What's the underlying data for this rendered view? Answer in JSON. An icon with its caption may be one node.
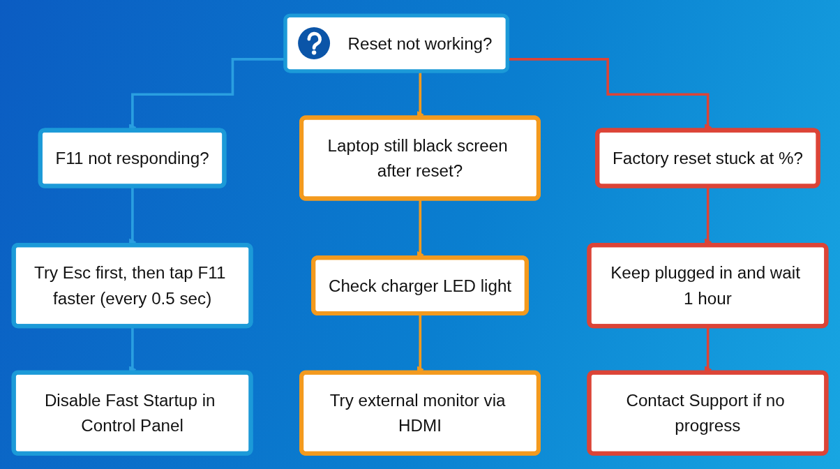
{
  "diagram": {
    "nodes": [
      {
        "text": [
          "Reset not working?"
        ]
      },
      {
        "text": [
          "F11 not responding?"
        ]
      },
      {
        "text": [
          "Laptop still black screen after reset?"
        ]
      },
      {
        "text": [
          "Factory reset stuck at %?"
        ]
      },
      {
        "text": [
          "Try Esc first, then tap F11 faster (every 0.5 sec)"
        ]
      },
      {
        "text": [
          "Check charger LED light"
        ]
      },
      {
        "text": [
          "Keep plugged in and wait 1 hour"
        ]
      },
      {
        "text": [
          "Disable Fast Startup in Control Panel"
        ]
      },
      {
        "text": [
          "Try external monitor via HDMI"
        ]
      },
      {
        "text": [
          "Contact Support if no progress"
        ]
      }
    ],
    "edges": [
      {
        "from": 0,
        "to": 1,
        "arrow": "to",
        "color": "#2a9fe0"
      },
      {
        "from": 0,
        "to": 2,
        "arrow": "to",
        "color": "#f39a1e"
      },
      {
        "from": 0,
        "to": 3,
        "arrow": "to",
        "color": "#dc4437"
      },
      {
        "from": 1,
        "to": 4,
        "arrow": "to",
        "color": "#2a9fe0"
      },
      {
        "from": 4,
        "to": 7,
        "arrow": "to",
        "color": "#2a9fe0"
      },
      {
        "from": 2,
        "to": 5,
        "arrow": "to",
        "color": "#f39a1e"
      },
      {
        "from": 5,
        "to": 8,
        "arrow": "to",
        "color": "#f39a1e"
      },
      {
        "from": 3,
        "to": 6,
        "arrow": "to",
        "color": "#dc4437"
      },
      {
        "from": 6,
        "to": 9,
        "arrow": "to",
        "color": "#dc4437"
      }
    ]
  }
}
